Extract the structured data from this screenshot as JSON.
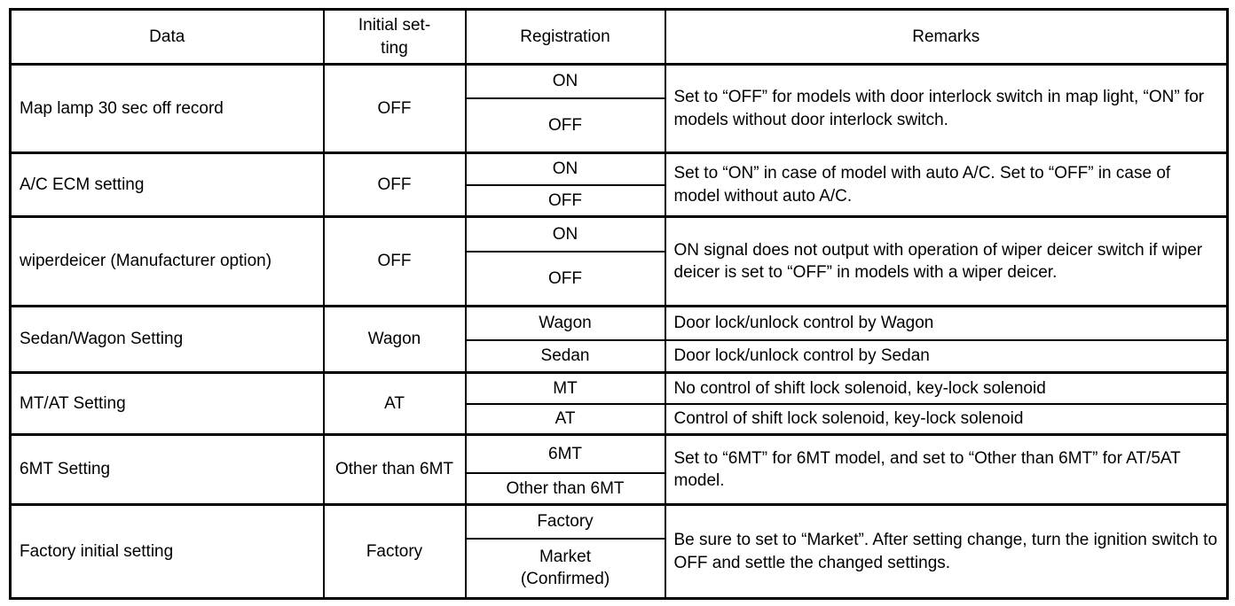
{
  "table": {
    "columns": {
      "data": "Data",
      "initial": "Initial set-\nting",
      "registration": "Registration",
      "remarks": "Remarks"
    },
    "rows": [
      {
        "data": "Map lamp 30 sec off record",
        "initial": "OFF",
        "options": [
          "ON",
          "OFF"
        ],
        "remarks": "Set to “OFF” for models with door interlock switch in map light, “ON” for models without door interlock switch."
      },
      {
        "data": "A/C ECM setting",
        "initial": "OFF",
        "options": [
          "ON",
          "OFF"
        ],
        "remarks": "Set to “ON” in case of model with auto A/C. Set to “OFF” in case of model without auto A/C."
      },
      {
        "data": "wiperdeicer (Manufacturer option)",
        "initial": "OFF",
        "options": [
          "ON",
          "OFF"
        ],
        "remarks": "ON signal does not output with operation of wiper deicer switch if wiper deicer is set to “OFF” in models with a wiper deicer."
      },
      {
        "data": "Sedan/Wagon Setting",
        "initial": "Wagon",
        "options": [
          "Wagon",
          "Sedan"
        ],
        "option_remarks": [
          "Door lock/unlock control by Wagon",
          "Door lock/unlock control by Sedan"
        ]
      },
      {
        "data": "MT/AT Setting",
        "initial": "AT",
        "options": [
          "MT",
          "AT"
        ],
        "option_remarks": [
          "No control of shift lock solenoid, key-lock solenoid",
          "Control of shift lock solenoid, key-lock solenoid"
        ]
      },
      {
        "data": "6MT Setting",
        "initial": "Other than 6MT",
        "options": [
          "6MT",
          "Other than 6MT"
        ],
        "remarks": "Set to “6MT” for 6MT model, and set to “Other than 6MT” for AT/5AT model."
      },
      {
        "data": "Factory initial setting",
        "initial": "Factory",
        "options": [
          "Factory",
          "Market\n(Confirmed)"
        ],
        "remarks": "Be sure to set to “Market”. After setting change, turn the ignition switch to OFF and settle the changed settings."
      }
    ]
  }
}
